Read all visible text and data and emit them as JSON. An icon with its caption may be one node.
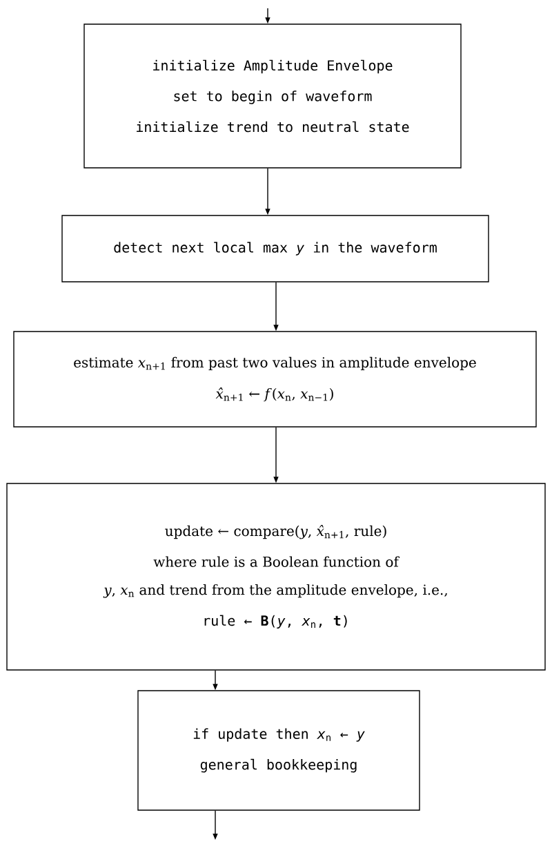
{
  "diagram": {
    "nodes": [
      {
        "text": [
          "initialize Amplitude Envelope",
          "set to begin of waveform",
          "initialize trend to neutral state"
        ]
      },
      {
        "text": [
          "detect next local max *y* in the waveform"
        ]
      },
      {
        "text": [
          "estimate *x*$_{n+1}$ from past two values in amplitude envelope",
          "*x̂*$_{n+1}$ ← *f*(*x*$_{n}$, *x*$_{n−1}$)"
        ]
      },
      {
        "text": [
          "update ← compare(*y*, *x̂*$_{n+1}$, rule)",
          "where rule is a Boolean function of",
          "*y*, *x*$_{n}$ and trend from the amplitude envelope, i.e.,",
          "rule ← **B**(*y*, *x*$_{n}$, **t**)"
        ]
      },
      {
        "text": [
          "if update then *x*$_{n}$ ← *y*",
          "general bookkeeping"
        ]
      }
    ],
    "edges": [
      {
        "from": null,
        "to": 0,
        "arrow": "to"
      },
      {
        "from": 0,
        "to": 1,
        "arrow": "to"
      },
      {
        "from": 1,
        "to": 2,
        "arrow": "to"
      },
      {
        "from": 2,
        "to": 3,
        "arrow": "to"
      },
      {
        "from": 3,
        "to": 4,
        "arrow": "to"
      },
      {
        "from": 4,
        "to": null,
        "arrow": "to"
      }
    ]
  }
}
